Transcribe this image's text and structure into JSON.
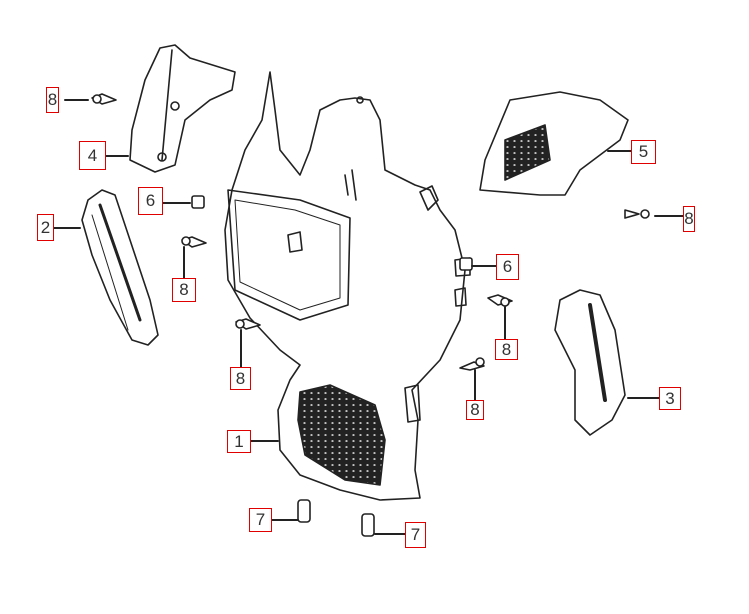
{
  "diagram": {
    "type": "exploded-parts-diagram",
    "callout_color": "#e00000",
    "line_color": "#222222",
    "callouts": [
      {
        "id": "c1",
        "label": "8"
      },
      {
        "id": "c2",
        "label": "4"
      },
      {
        "id": "c3",
        "label": "2"
      },
      {
        "id": "c4",
        "label": "6"
      },
      {
        "id": "c5",
        "label": "8"
      },
      {
        "id": "c6",
        "label": "8"
      },
      {
        "id": "c7",
        "label": "1"
      },
      {
        "id": "c8",
        "label": "7"
      },
      {
        "id": "c9",
        "label": "7"
      },
      {
        "id": "c10",
        "label": "8"
      },
      {
        "id": "c11",
        "label": "8"
      },
      {
        "id": "c12",
        "label": "6"
      },
      {
        "id": "c13",
        "label": "3"
      },
      {
        "id": "c14",
        "label": "5"
      },
      {
        "id": "c15",
        "label": "8"
      }
    ]
  }
}
